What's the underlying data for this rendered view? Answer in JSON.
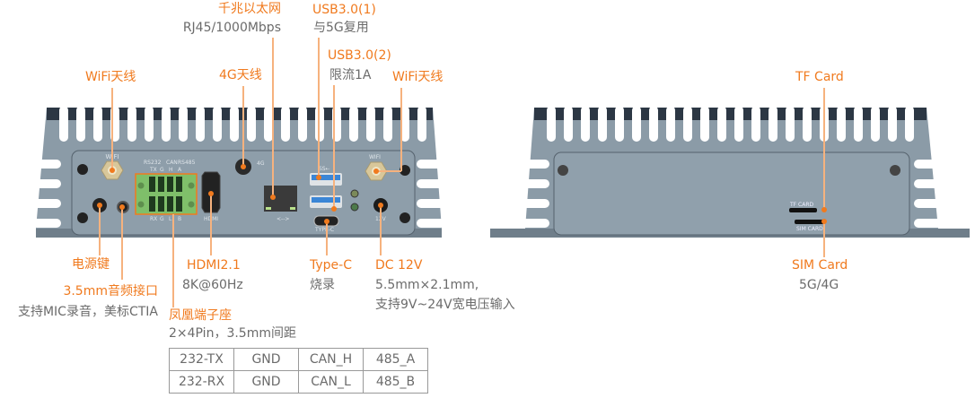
{
  "colors": {
    "accent": "#f07a1e",
    "leader": "#f6b27e",
    "body": "#8b9ba7",
    "text": "#6b6b6b"
  },
  "front": {
    "gigabit": {
      "title": "千兆以太网",
      "sub": "RJ45/1000Mbps"
    },
    "usb1": {
      "title": "USB3.0(1)",
      "sub": "与5G复用"
    },
    "usb2": {
      "title": "USB3.0(2)",
      "sub": "限流1A"
    },
    "wifi_left": {
      "title": "WiFi天线"
    },
    "antenna_4g": {
      "title": "4G天线"
    },
    "wifi_right": {
      "title": "WiFi天线"
    },
    "power": {
      "title": "电源键"
    },
    "audio": {
      "title": "3.5mm音频接口",
      "sub": "支持MIC录音，美标CTIA"
    },
    "terminal": {
      "title": "凤凰端子座",
      "sub": "2×4Pin，3.5mm间距",
      "table": [
        [
          "232-TX",
          "GND",
          "CAN_H",
          "485_A"
        ],
        [
          "232-RX",
          "GND",
          "CAN_L",
          "485_B"
        ]
      ]
    },
    "hdmi": {
      "title": "HDMI2.1",
      "sub": "8K@60Hz"
    },
    "typec": {
      "title": "Type-C",
      "sub": "烧录"
    },
    "dc": {
      "title": "DC 12V",
      "sub1": "5.5mm×2.1mm,",
      "sub2": "支持9V~24V宽电压输入"
    },
    "silk": {
      "wifi": "WIFI",
      "g4": "4G",
      "rs232": "RS232",
      "can": "CAN",
      "rs485": "RS485",
      "tx": "TX",
      "g": "G",
      "h": "H",
      "a": "A",
      "rx": "RX",
      "l": "L",
      "b": "B",
      "hdmi": "HDMI",
      "lan": "<-->",
      "ss": "SS⇠",
      "typec": "TYPE-C",
      "v12": "12V"
    }
  },
  "back": {
    "tf": {
      "title": "TF Card"
    },
    "sim": {
      "title": "SIM Card",
      "sub": "5G/4G"
    },
    "silk": {
      "tf": "TF CARD",
      "sim": "SIM CARD"
    }
  }
}
